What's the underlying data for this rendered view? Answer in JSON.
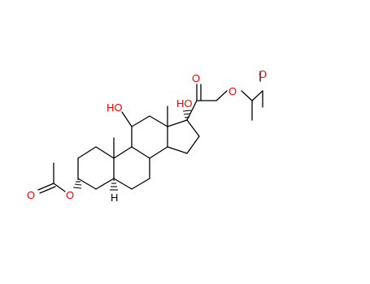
{
  "colors": {
    "background": "#ffffff",
    "bond": "#000000",
    "oxygen": "#ff0000",
    "hydrogen": "#000000"
  },
  "labels": {
    "o_ketone": "O",
    "o_ester_side": "O",
    "o_acetyl_right": "O",
    "oh_c17": "HO",
    "oh_c11": "HO",
    "o_c3": "O",
    "o_acetyl_left": "O",
    "h_c5": "H"
  }
}
